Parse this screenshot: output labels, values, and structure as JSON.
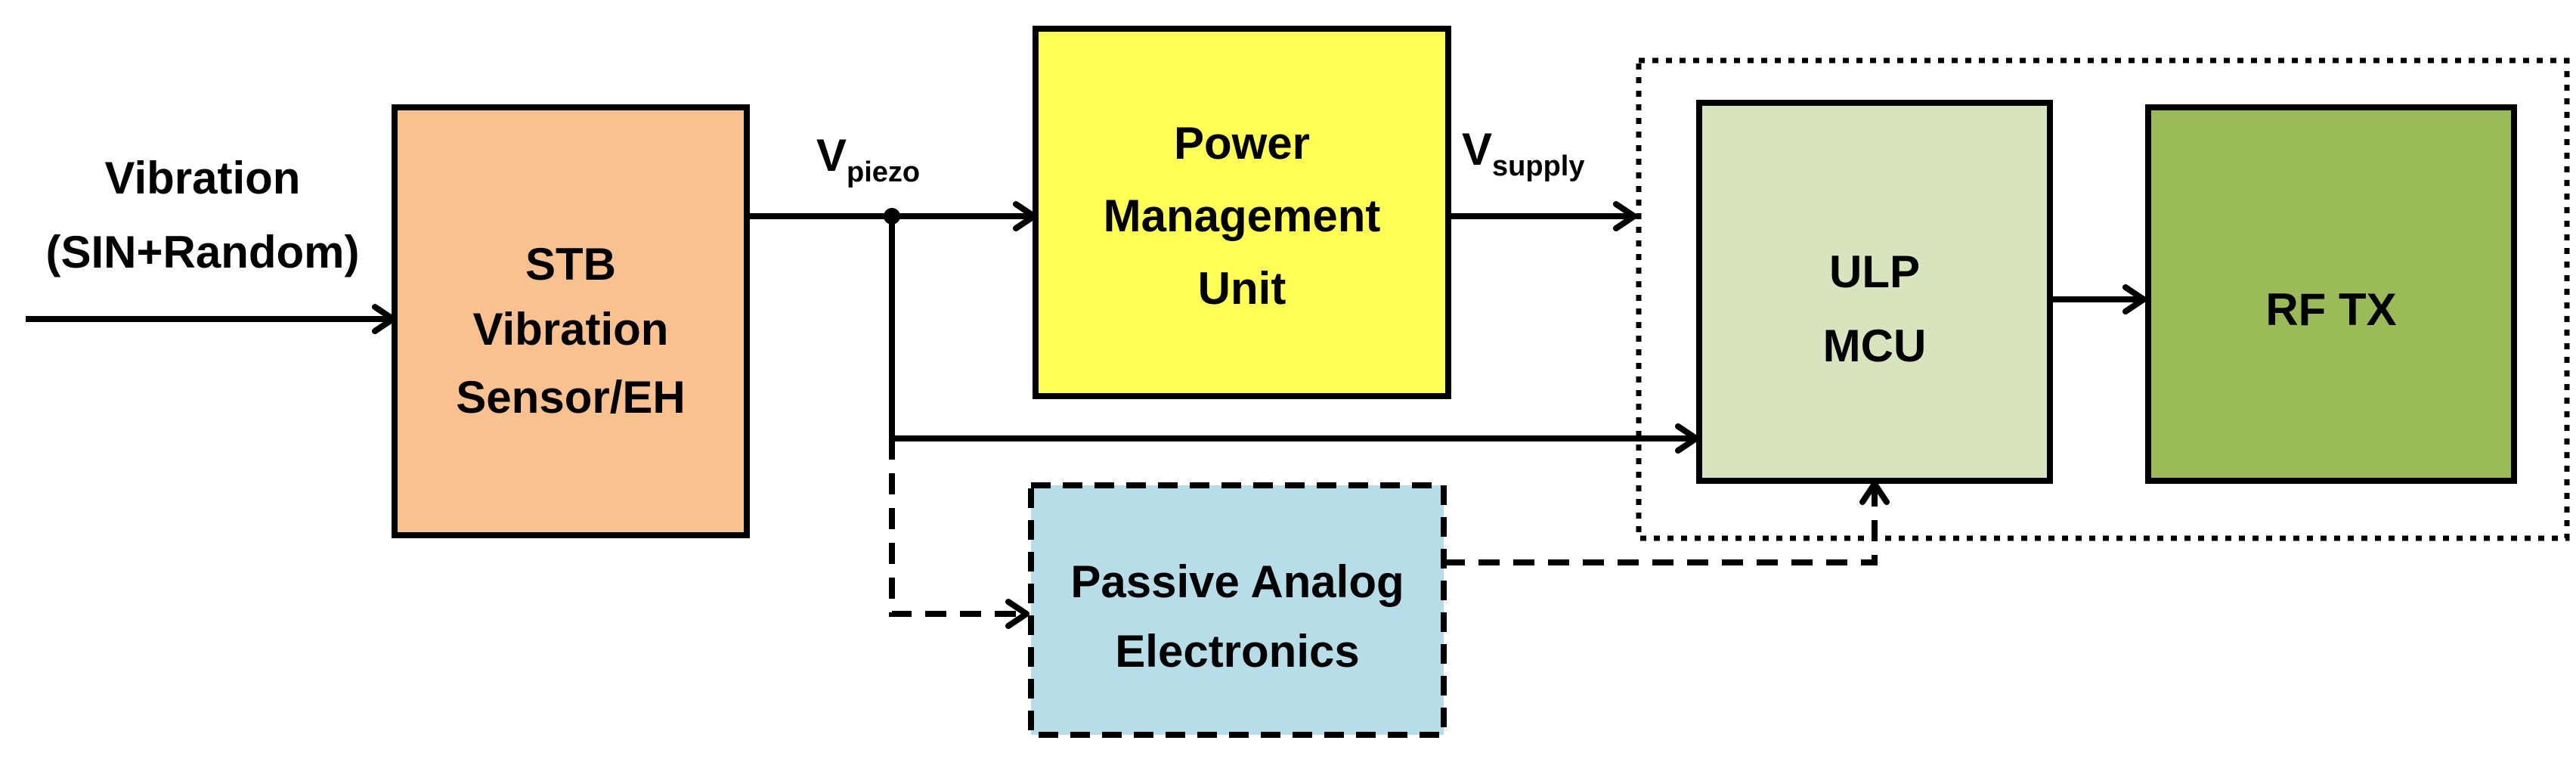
{
  "input": {
    "line1": "Vibration",
    "line2": "(SIN+Random)"
  },
  "signals": {
    "vpiezo_main": "V",
    "vpiezo_sub": "piezo",
    "vsupply_main": "V",
    "vsupply_sub": "supply"
  },
  "blocks": {
    "stb": {
      "line1": "STB",
      "line2": "Vibration",
      "line3": "Sensor/EH",
      "fill": "#F9C090"
    },
    "pmu": {
      "line1": "Power",
      "line2": "Management",
      "line3": "Unit",
      "fill": "#FFFF55"
    },
    "passive": {
      "line1": "Passive Analog",
      "line2": "Electronics",
      "fill": "#B7DDE8"
    },
    "mcu": {
      "line1": "ULP",
      "line2": "MCU",
      "fill": "#D7E4BD"
    },
    "rftx": {
      "line1": "RF TX",
      "fill": "#9BBB59"
    }
  }
}
